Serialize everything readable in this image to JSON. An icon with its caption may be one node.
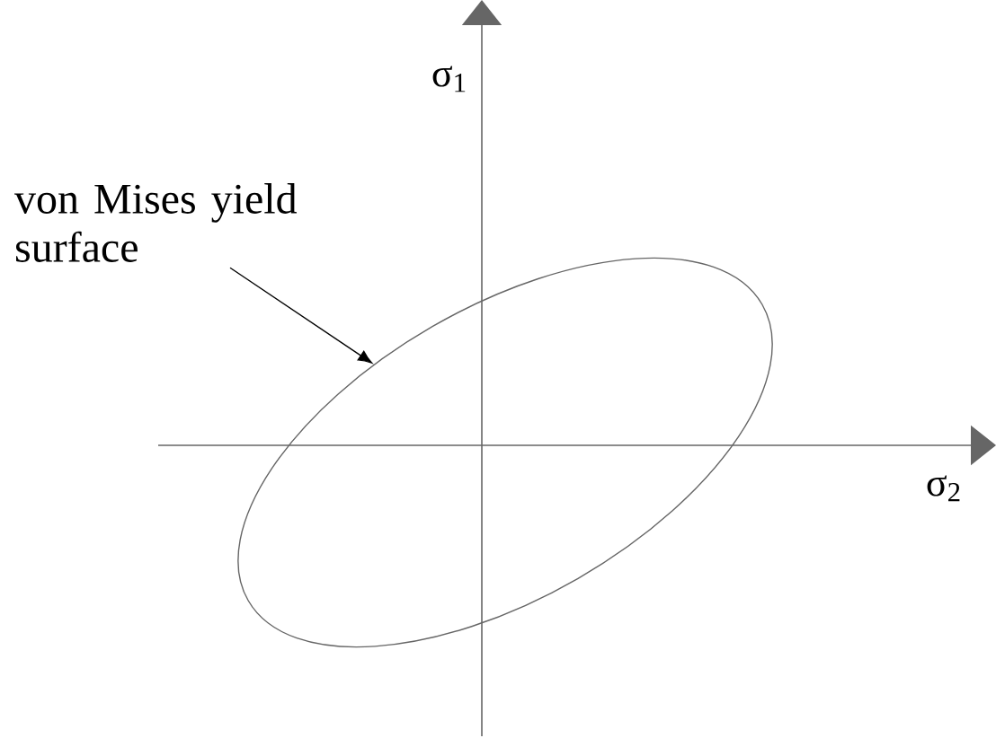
{
  "diagram": {
    "nodes": [
      {
        "text": [
          "von Mises yield surface"
        ]
      },
      {
        "text": [],
        "shape": "ellipse"
      }
    ],
    "edges": [
      {
        "from": 0,
        "to": 1,
        "arrow": "to"
      }
    ],
    "labels": [
      "σ$_{1}$",
      "σ$_{2}$"
    ]
  }
}
